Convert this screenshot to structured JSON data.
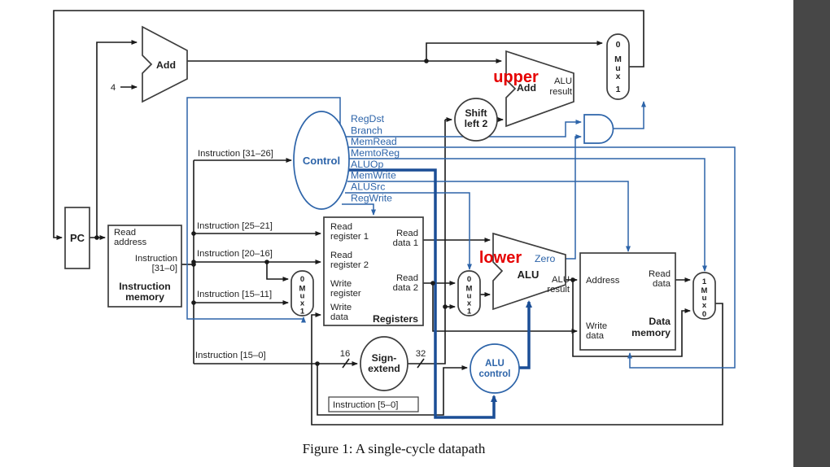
{
  "colors": {
    "wire_black": "#1a1a1a",
    "control_blue": "#2d64a9",
    "bus_thick_blue": "#1b4e96",
    "annotation_red": "#e60000",
    "sidebar_gray": "#474747",
    "background": "#ffffff"
  },
  "caption": "Figure 1: A single-cycle datapath",
  "annotations": {
    "upper": "upper",
    "lower": "lower"
  },
  "pc": {
    "label": "PC"
  },
  "pc_add": {
    "label": "Add",
    "increment": "4"
  },
  "branch_add": {
    "label": "Add",
    "result_l1": "ALU",
    "result_l2": "result"
  },
  "shift": {
    "l1": "Shift",
    "l2": "left 2"
  },
  "control": {
    "label": "Control",
    "input_label": "Instruction [31–26]",
    "signals": [
      "RegDst",
      "Branch",
      "MemRead",
      "MemtoReg",
      "ALUOp",
      "MemWrite",
      "ALUSrc",
      "RegWrite"
    ]
  },
  "instruction_memory": {
    "read_address_l1": "Read",
    "read_address_l2": "address",
    "instruction_l1": "Instruction",
    "instruction_l2": "[31–0]",
    "title_l1": "Instruction",
    "title_l2": "memory"
  },
  "instruction_fields": {
    "f25_21": "Instruction [25–21]",
    "f20_16": "Instruction [20–16]",
    "f15_11": "Instruction [15–11]",
    "f15_0": "Instruction [15–0]",
    "f5_0": "Instruction [5–0]"
  },
  "registers": {
    "title": "Registers",
    "rr1_l1": "Read",
    "rr1_l2": "register 1",
    "rr2_l1": "Read",
    "rr2_l2": "register 2",
    "wr_l1": "Write",
    "wr_l2": "register",
    "wd_l1": "Write",
    "wd_l2": "data",
    "rd1_l1": "Read",
    "rd1_l2": "data 1",
    "rd2_l1": "Read",
    "rd2_l2": "data 2"
  },
  "mux": {
    "zero": "0",
    "one": "1",
    "m": "M",
    "u": "u",
    "x": "x"
  },
  "alu": {
    "label": "ALU",
    "zero": "Zero",
    "result_l1": "ALU",
    "result_l2": "result"
  },
  "sign_extend": {
    "l1": "Sign-",
    "l2": "extend",
    "in_width": "16",
    "out_width": "32"
  },
  "alu_control": {
    "l1": "ALU",
    "l2": "control"
  },
  "data_memory": {
    "title_l1": "Data",
    "title_l2": "memory",
    "address": "Address",
    "rd_l1": "Read",
    "rd_l2": "data",
    "wd_l1": "Write",
    "wd_l2": "data"
  }
}
